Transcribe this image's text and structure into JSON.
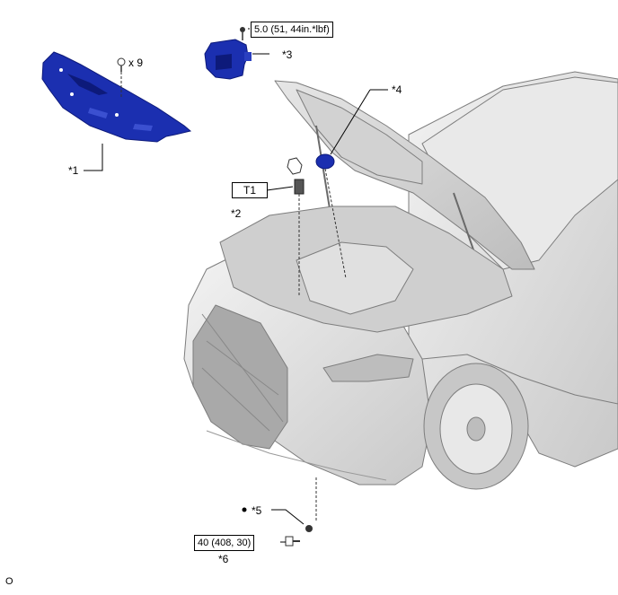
{
  "callouts": {
    "part1": "*1",
    "part2": "*2",
    "part3": "*3",
    "part4": "*4",
    "part5": "*5",
    "part6": "*6",
    "qty_clips": "x 9"
  },
  "torque": {
    "reservoir_bolt": "5.0 (51, 44in.*lbf)",
    "sensor": "T1",
    "lower_bolt": "40 (408, 30)"
  },
  "footer_code": "O",
  "colors": {
    "part_blue": "#1b2fb0",
    "part_blue_dark": "#0d1a7a",
    "car_gray": "#d9d9d9",
    "car_line": "#8a8a8a"
  }
}
